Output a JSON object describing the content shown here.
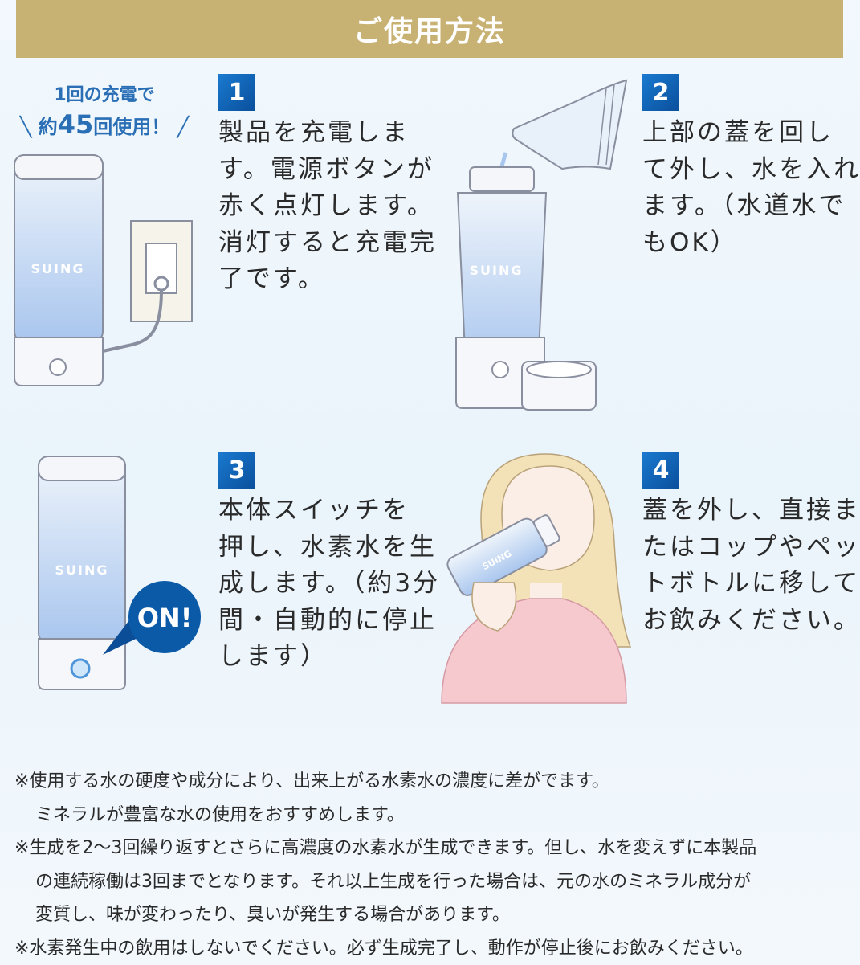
{
  "header": {
    "title": "ご使用方法"
  },
  "charge_badge": {
    "line1": "1回の充電で",
    "prefix": "約",
    "count": "45",
    "suffix": "回使用！"
  },
  "logo_text": "SUING",
  "on_bubble": "ON!",
  "steps": [
    {
      "number": "1",
      "lines": [
        "製品を充電しま",
        "す。電源ボタンが",
        "赤く点灯します。",
        "消灯すると充電完",
        "了です。"
      ]
    },
    {
      "number": "2",
      "lines": [
        "上部の蓋を回し",
        "て外し、水を入れ",
        "ます。（水道水で",
        "もOK）"
      ]
    },
    {
      "number": "3",
      "lines": [
        "本体スイッチを",
        "押し、水素水を生",
        "成します。（約3分",
        "間・自動的に停止",
        "します）"
      ]
    },
    {
      "number": "4",
      "lines": [
        "蓋を外し、直接ま",
        "たはコップやペッ",
        "トボトルに移して",
        "お飲みください。"
      ]
    }
  ],
  "notes": [
    "※使用する水の硬度や成分により、出来上がる水素水の濃度に差がでます。",
    "ミネラルが豊富な水の使用をおすすめします。",
    "※生成を2〜3回繰り返すとさらに高濃度の水素水が生成できます。但し、水を変えずに本製品",
    "の連続稼働は3回までとなります。それ以上生成を行った場合は、元の水のミネラル成分が",
    "変質し、味が変わったり、臭いが発生する場合があります。",
    "※水素発生中の飲用はしないでください。必ず生成完了し、動作が停止後にお飲みください。"
  ],
  "colors": {
    "header": "#c8b273",
    "badge": "#0a5fb0",
    "accent_text": "#2a6fb5"
  }
}
